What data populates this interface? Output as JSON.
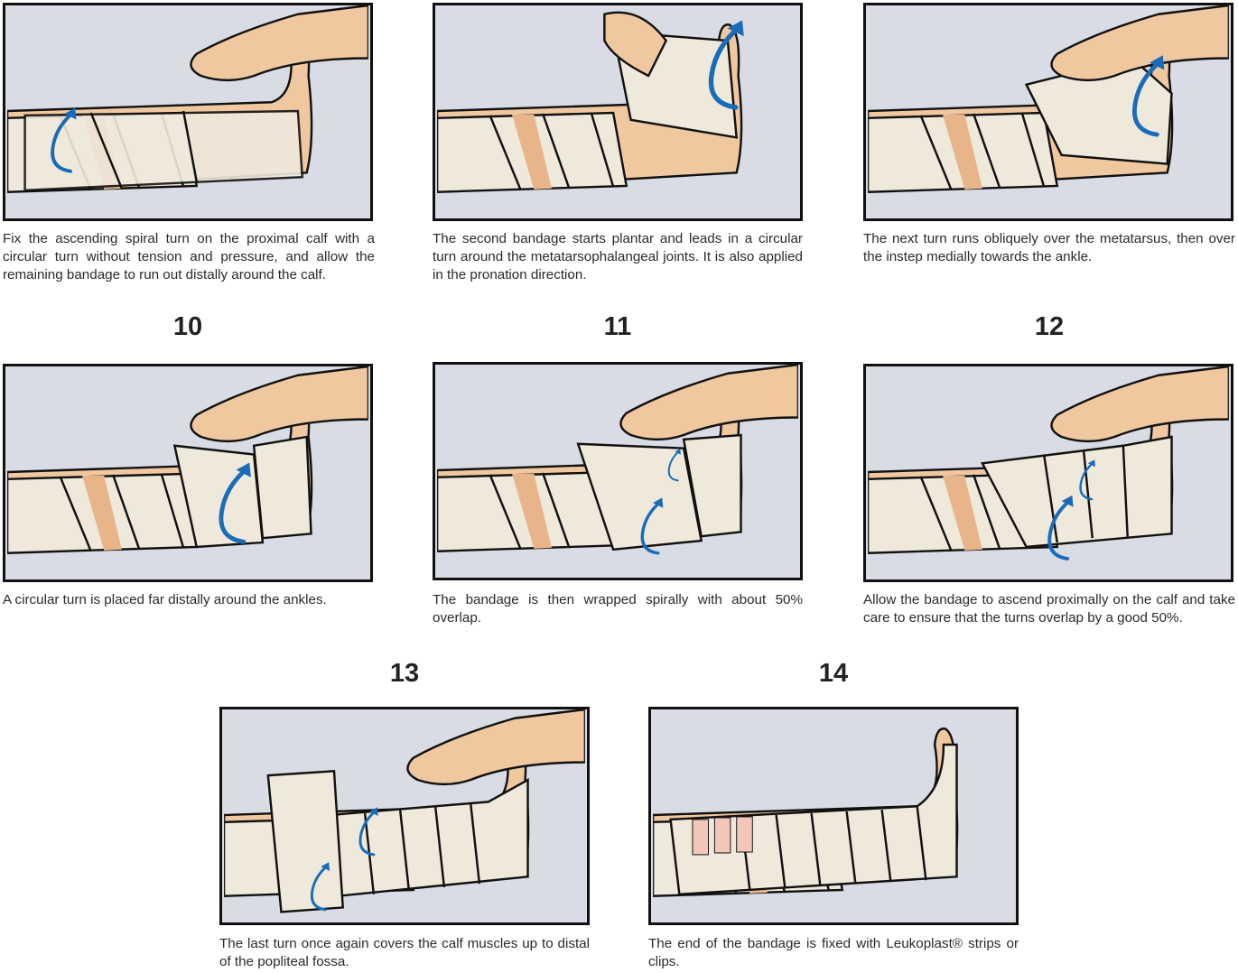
{
  "steps": [
    {
      "number": "",
      "caption": "Fix the ascending spiral turn on the proximal calf with a circular turn without tension and pressure, and allow the remaining bandage to run out distally around the calf."
    },
    {
      "number": "",
      "caption": "The second bandage starts plantar and leads in a circular turn around the metatarsophalangeal joints. It is also applied in the pronation direction."
    },
    {
      "number": "",
      "caption": "The next turn runs obliquely over the metatarsus, then over the instep medially towards the ankle."
    },
    {
      "number": "10",
      "caption": "A circular turn is placed far distally around the ankles."
    },
    {
      "number": "11",
      "caption": "The bandage is then wrapped spirally with about 50% overlap."
    },
    {
      "number": "12",
      "caption": "Allow the bandage to ascend proximally on the calf and take care to ensure that the turns overlap by a good 50%."
    },
    {
      "number": "13",
      "caption": "The last turn once again covers the calf muscles up to distal of the popliteal fossa."
    },
    {
      "number": "14",
      "caption": "The end of the bandage is fixed with Leukoplast® strips or clips."
    }
  ],
  "colors": {
    "background": "#d9dce4",
    "skin": "#f0c8a0",
    "bandage": "#efe9dc",
    "arrow": "#1a6cb8",
    "outline": "#111111"
  }
}
